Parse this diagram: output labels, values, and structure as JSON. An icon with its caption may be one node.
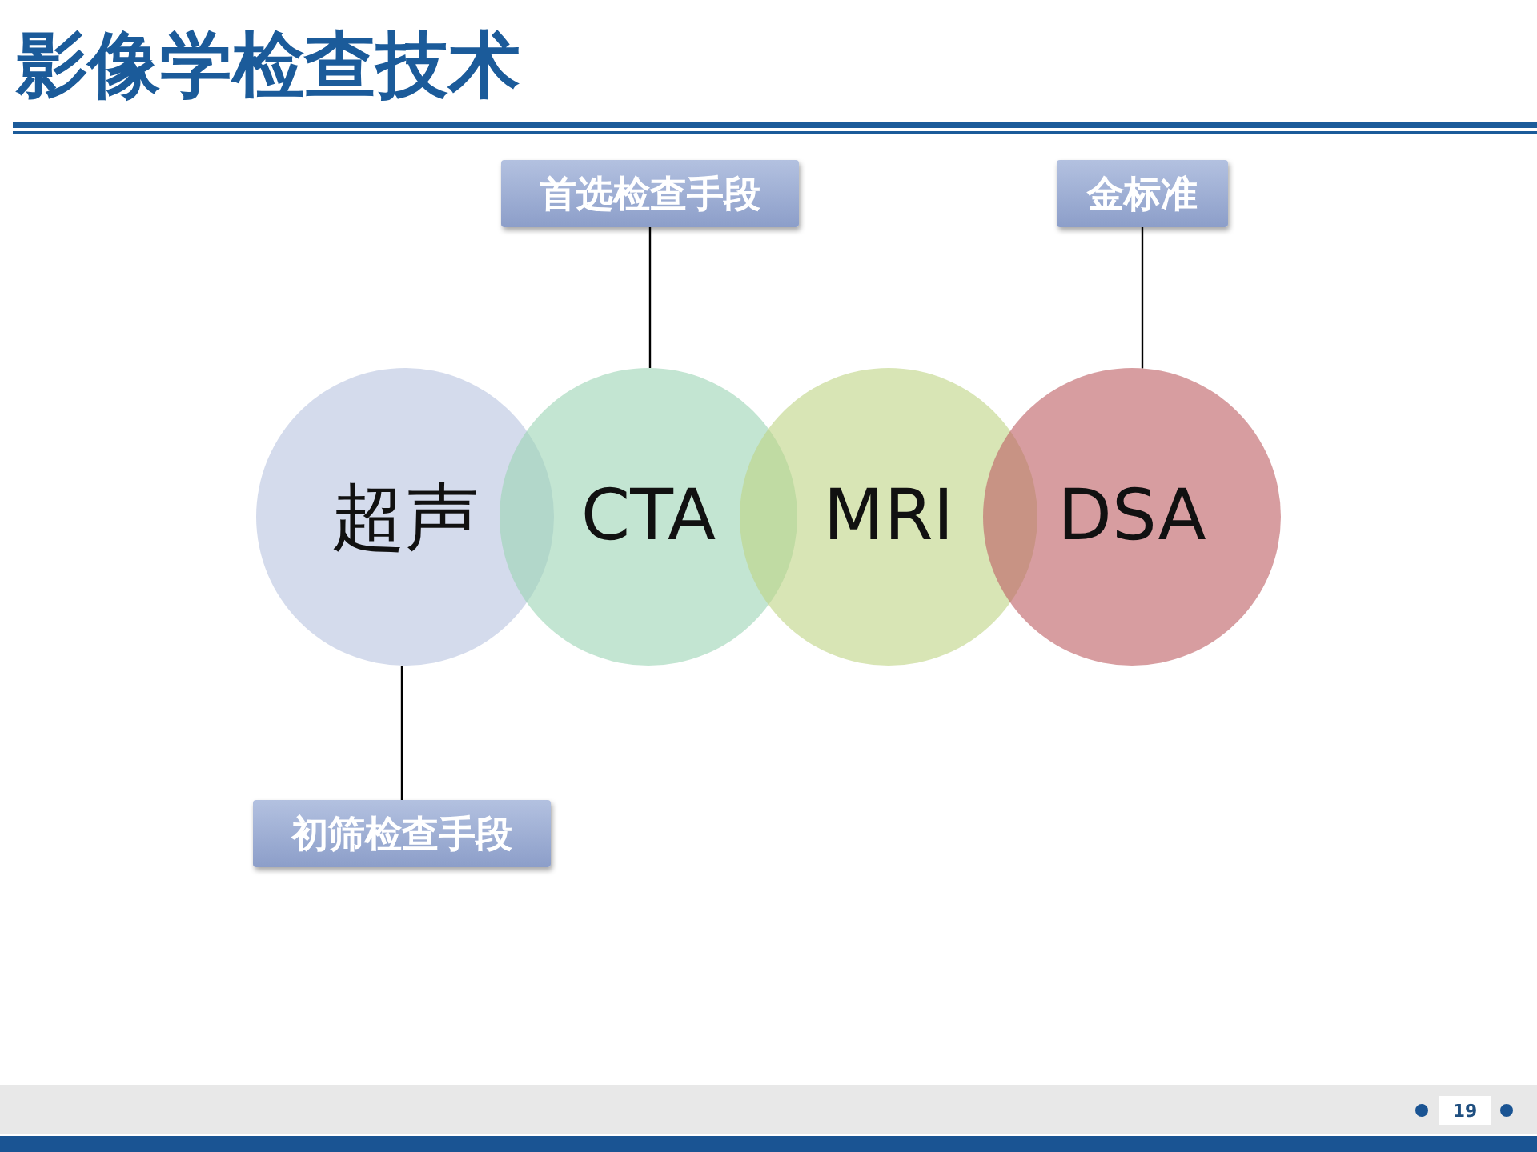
{
  "diagram": {
    "title": "影像学检查技术",
    "nodes": [
      {
        "text": [
          "首选检查手段"
        ]
      },
      {
        "text": [
          "金标准"
        ]
      },
      {
        "text": [
          "超声"
        ]
      },
      {
        "text": [
          "CTA"
        ]
      },
      {
        "text": [
          "MRI"
        ]
      },
      {
        "text": [
          "DSA"
        ]
      },
      {
        "text": [
          "初筛检查手段"
        ]
      }
    ],
    "edges": [
      {
        "from": 0,
        "to": 3,
        "arrow": "none"
      },
      {
        "from": 1,
        "to": 5,
        "arrow": "none"
      },
      {
        "from": 6,
        "to": 2,
        "arrow": "none"
      }
    ],
    "labels": [
      "19"
    ]
  }
}
